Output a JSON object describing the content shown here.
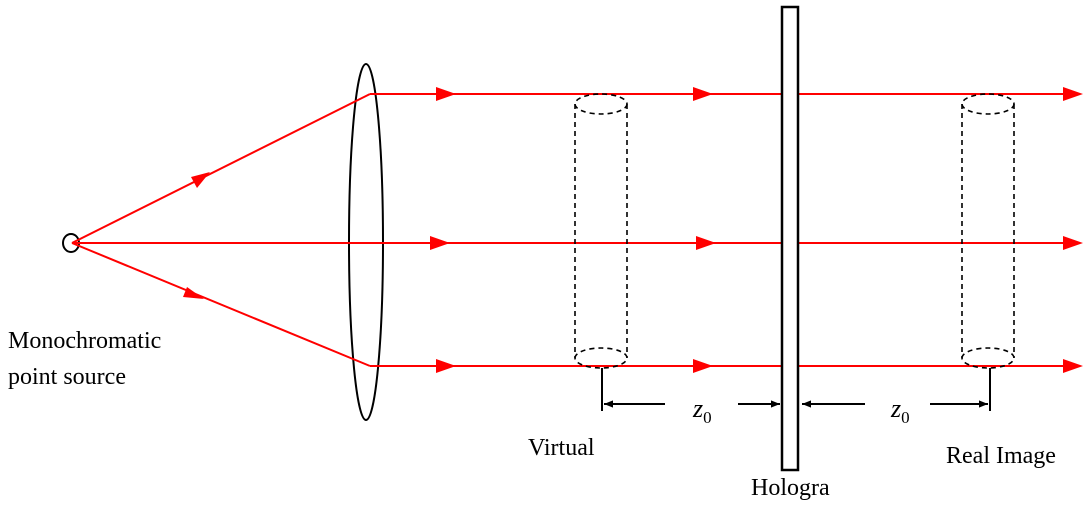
{
  "labels": {
    "source_line1": "Monochromatic",
    "source_line2": "point source",
    "virtual": "Virtual",
    "hologram": "Hologra",
    "real_image": "Real Image",
    "z_symbol": "z",
    "z_subscript": "0"
  },
  "colors": {
    "ray": "#ff0000",
    "outline": "#000000",
    "background": "#ffffff"
  }
}
